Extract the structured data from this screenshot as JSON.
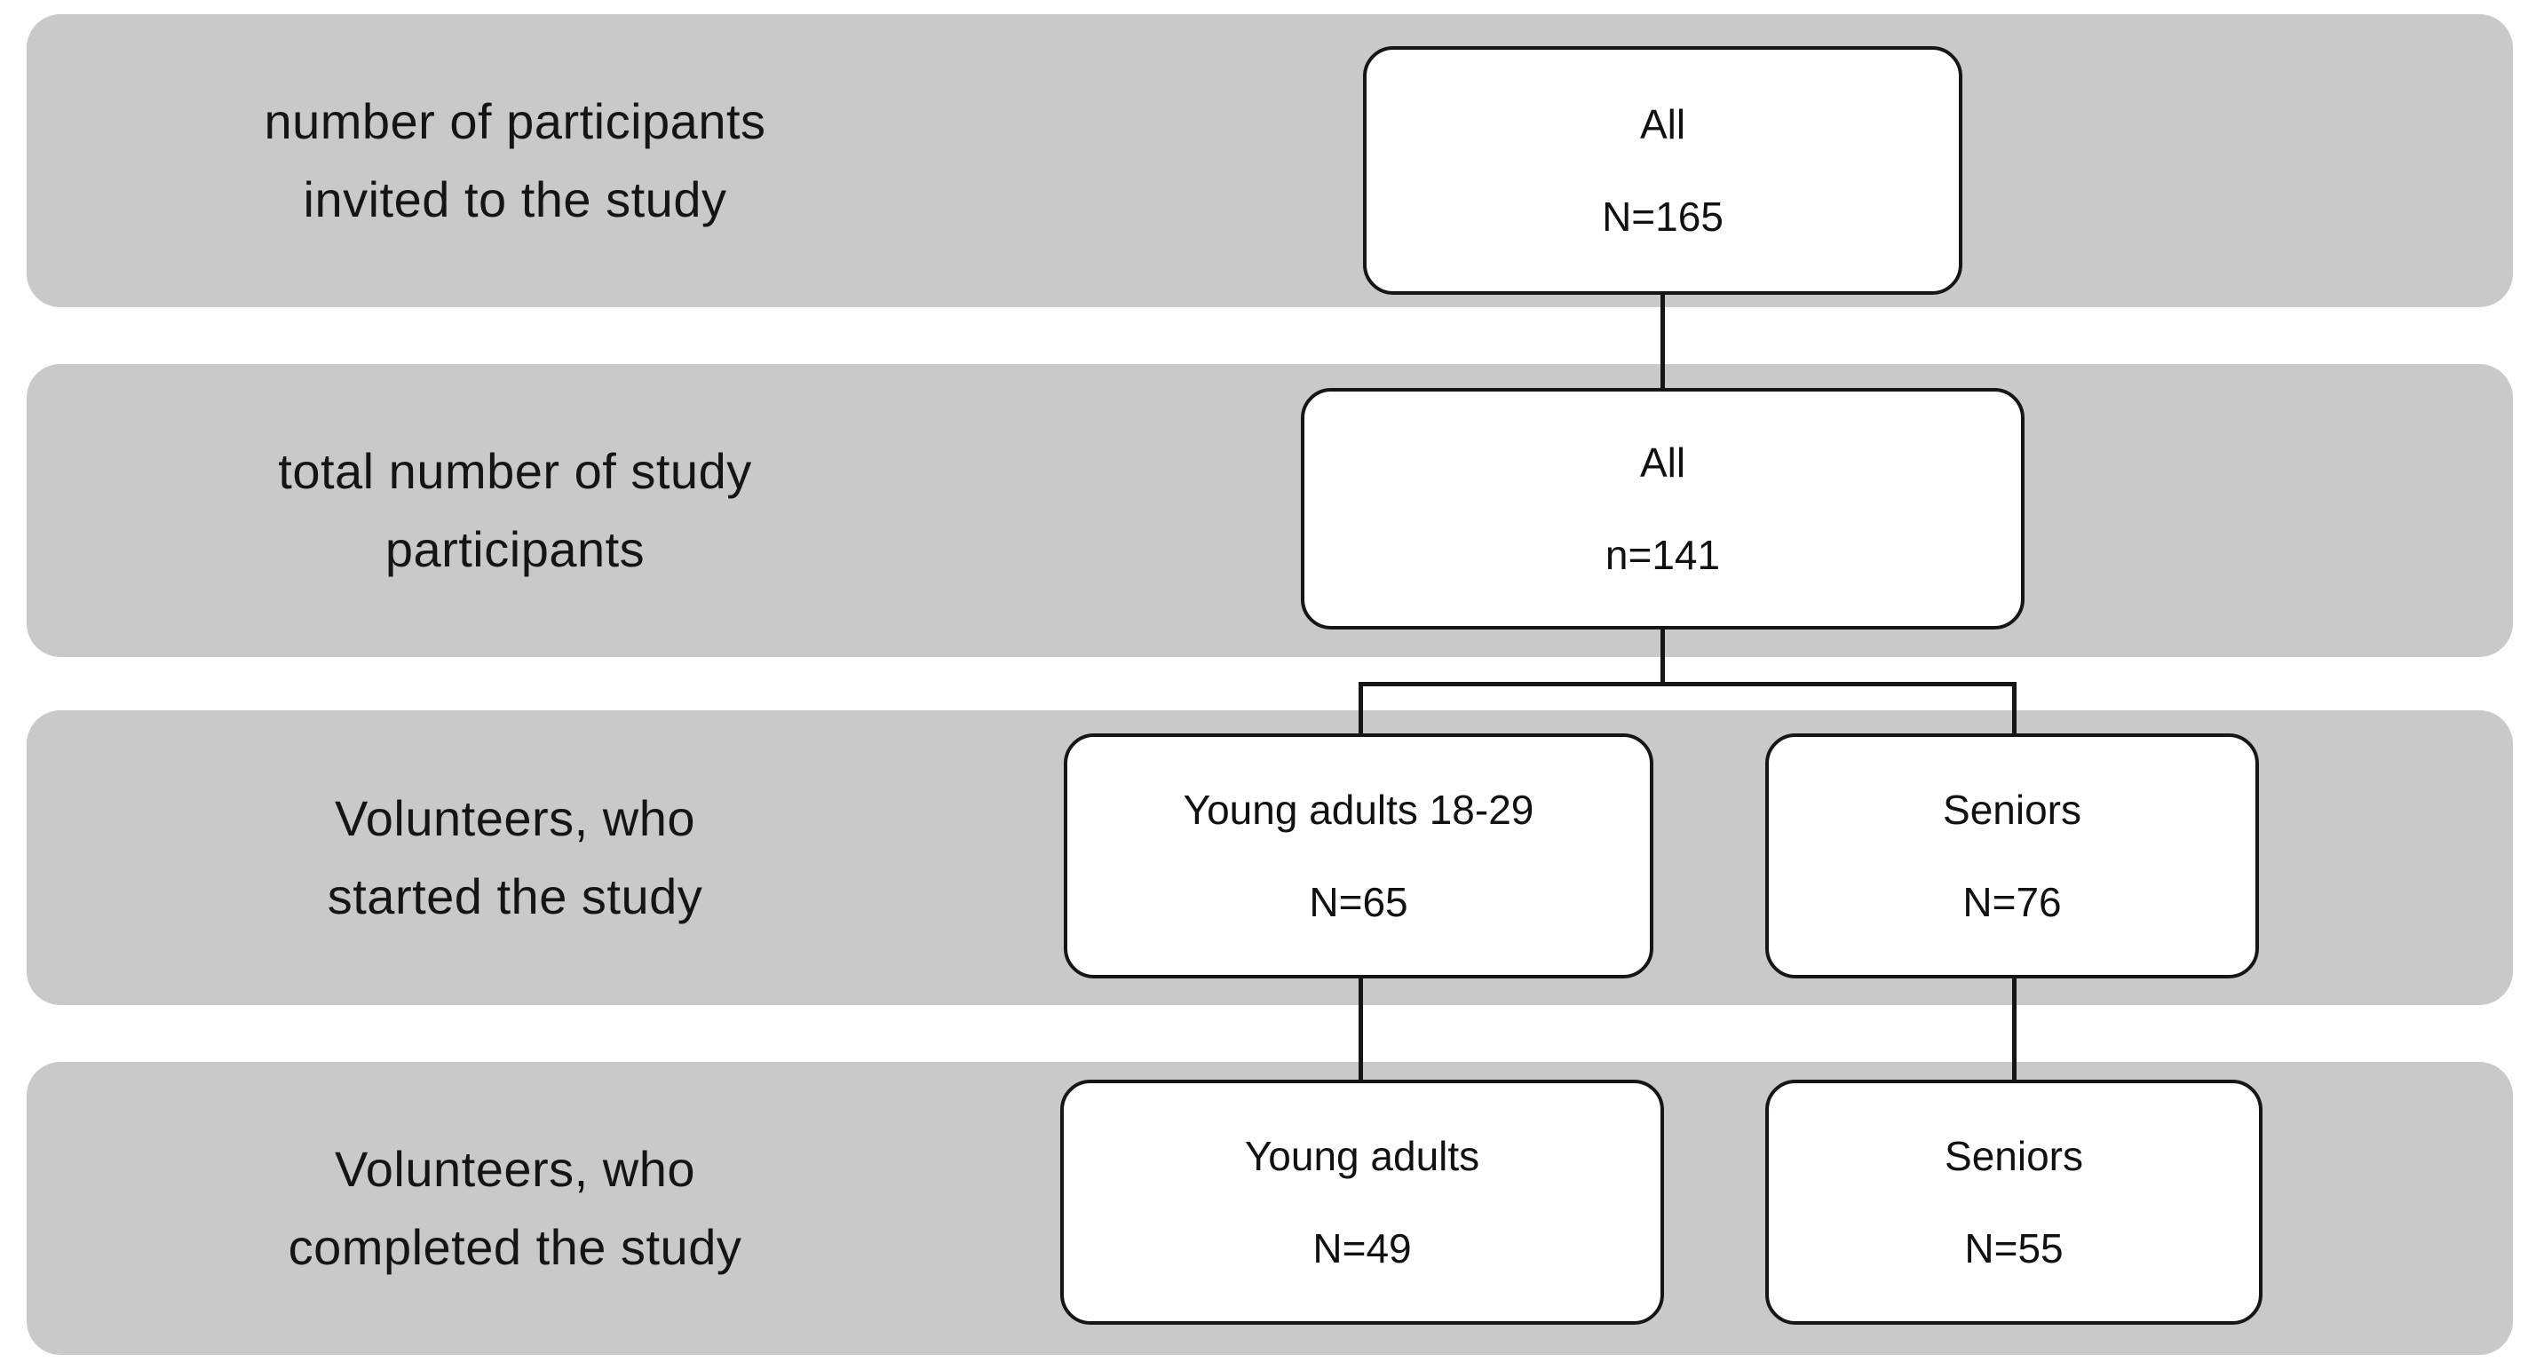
{
  "diagram": {
    "type": "flowchart",
    "colors": {
      "band_fill": "#c9c9c9",
      "box_fill": "#ffffff",
      "box_border": "#161616",
      "text": "#151515",
      "connector": "#161616"
    },
    "rows": [
      {
        "line1": "number of participants",
        "line2": "invited to the study"
      },
      {
        "line1": "total number of study",
        "line2": "participants"
      },
      {
        "line1": "Volunteers, who",
        "line2": "started the study"
      },
      {
        "line1": "Volunteers, who",
        "line2": "completed the study"
      }
    ],
    "nodes": {
      "invited_all": {
        "group": "All",
        "count": "N=165"
      },
      "total_all": {
        "group": "All",
        "count": "n=141"
      },
      "started_young": {
        "group": "Young adults 18-29",
        "count": "N=65"
      },
      "started_seniors": {
        "group": "Seniors",
        "count": "N=76"
      },
      "completed_young": {
        "group": "Young adults",
        "count": "N=49"
      },
      "completed_seniors": {
        "group": "Seniors",
        "count": "N=55"
      }
    }
  }
}
